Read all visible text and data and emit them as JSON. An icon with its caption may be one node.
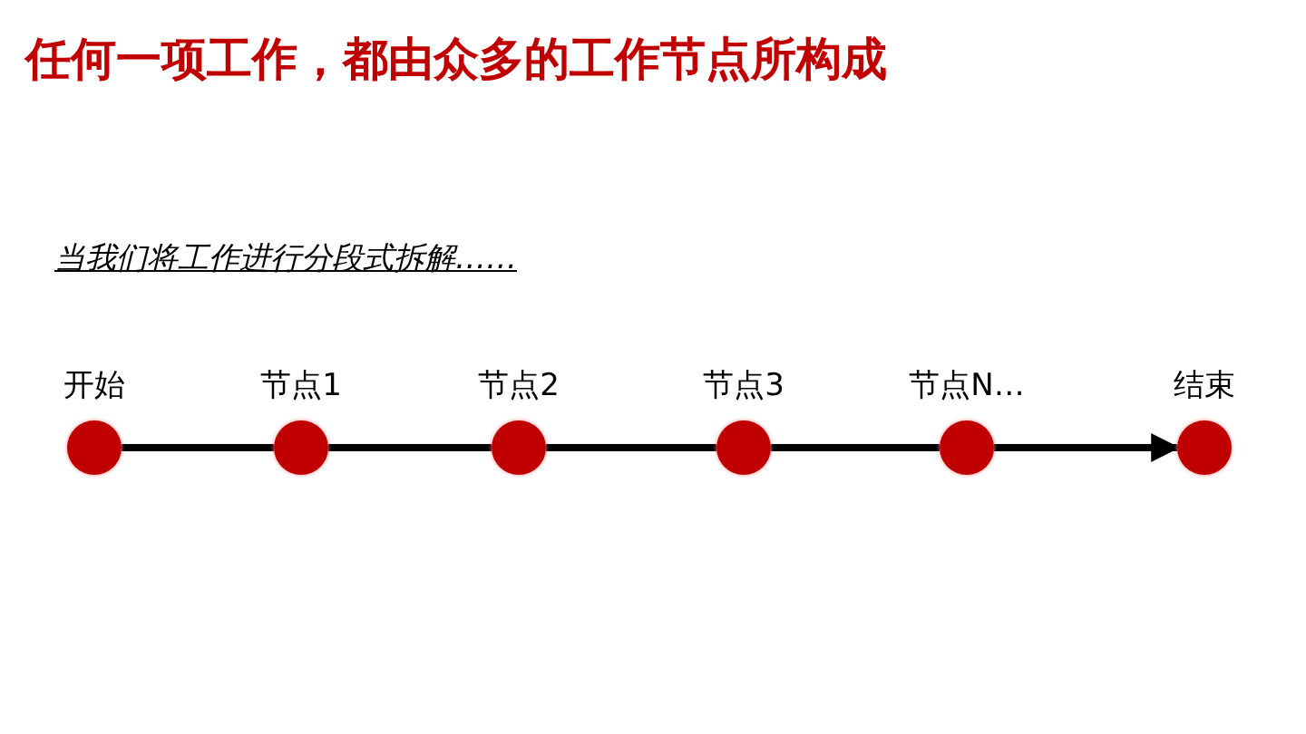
{
  "diagram": {
    "title": "任何一项工作，都由众多的工作节点所构成",
    "nodes": [
      {
        "text": [
          "开始"
        ]
      },
      {
        "text": [
          "节点1"
        ]
      },
      {
        "text": [
          "节点2"
        ]
      },
      {
        "text": [
          "节点3"
        ]
      },
      {
        "text": [
          "节点N…"
        ]
      },
      {
        "text": [
          "结束"
        ]
      }
    ],
    "edges": [
      {
        "from": 0,
        "to": 1,
        "arrow": "none"
      },
      {
        "from": 1,
        "to": 2,
        "arrow": "none"
      },
      {
        "from": 2,
        "to": 3,
        "arrow": "none"
      },
      {
        "from": 3,
        "to": 4,
        "arrow": "none"
      },
      {
        "from": 4,
        "to": 5,
        "arrow": "to"
      }
    ],
    "labels": [
      "当我们将工作进行分段式拆解……"
    ]
  }
}
